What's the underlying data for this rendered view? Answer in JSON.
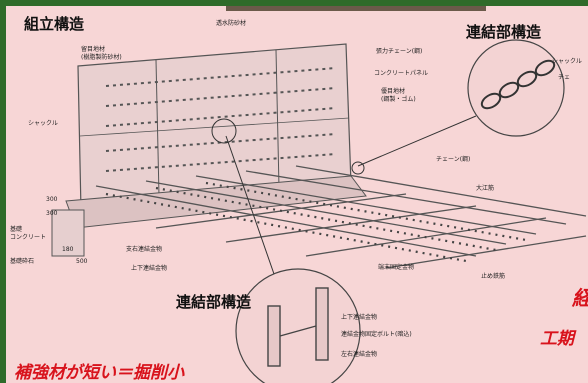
{
  "titles": {
    "main": "組立構造",
    "connection_top": "連結部構造",
    "connection_bottom": "連結部構造"
  },
  "labels": {
    "wall_top": "透水防砂材",
    "left_top": "留目地材",
    "left_top_sub": "(樹脂製防砂材)",
    "shackle": "シャックル",
    "tension_chain": "張力チェーン(鋼)",
    "concrete_panel": "コンクリートパネル",
    "joint_material": "優目地材",
    "joint_material_sub": "(鋼製・ゴム)",
    "chain": "チェーン(鋼)",
    "beam": "大江筋",
    "left_concrete": "基礎",
    "left_concrete2": "コンクリート",
    "foundation_stone": "基礎砕石",
    "bolt_l": "支右連結金物",
    "bolt_upper": "上下連結金物",
    "end_fix": "端末固定金物",
    "rebar": "止め鉄筋",
    "detail_upper": "上下連結金物",
    "detail_bolt": "連結金物固定ボルト(暗込)",
    "detail_lr": "左右連結金物",
    "chain_mini_1": "シャックル",
    "chain_mini_2": "チェ",
    "dim_1": "300",
    "dim_2": "300",
    "dim_3": "180",
    "dim_4": "500"
  },
  "callouts": {
    "left_bottom": "補強材が短い＝掘削小",
    "right_1": "経",
    "right_2": "工期"
  },
  "colors": {
    "background": "#f7d6d6",
    "frame": "#2f6b2a",
    "accent_red": "#d8131c",
    "line": "#555555"
  }
}
